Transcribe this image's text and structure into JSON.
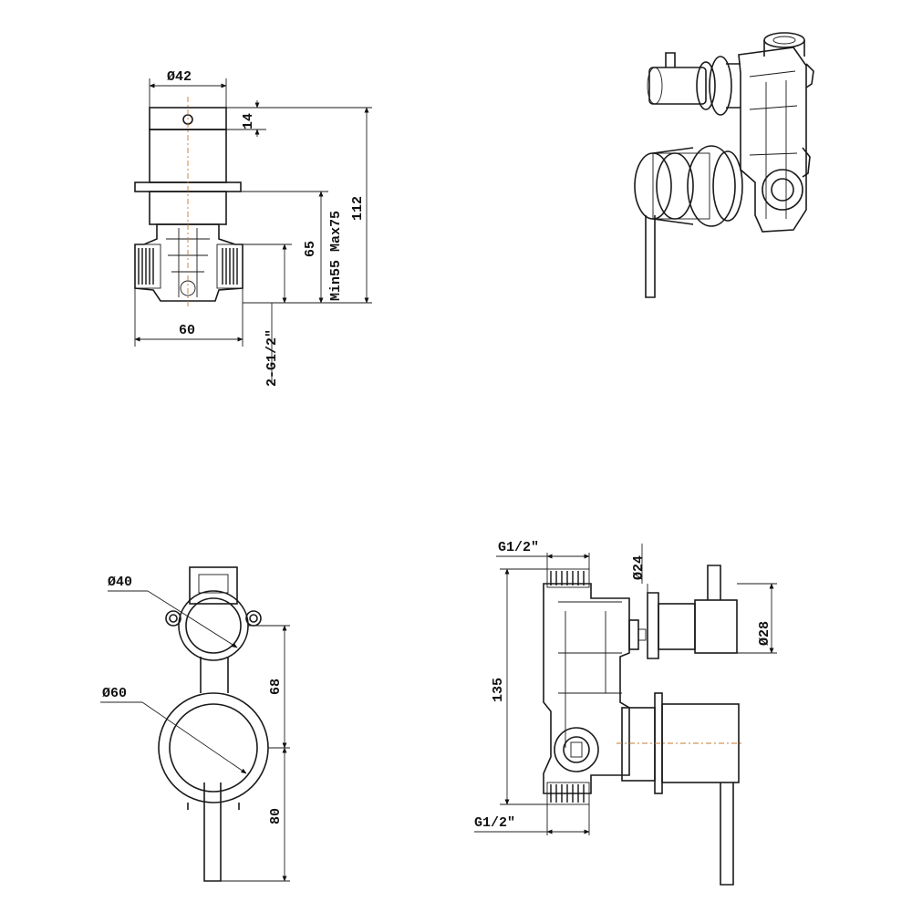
{
  "front_view": {
    "dia_top": "Ø42",
    "depth_top": "14",
    "total_height": "112",
    "range": "Min55 Max75",
    "body_height": "65",
    "width": "60",
    "ports": "2-G1/2\""
  },
  "wall_view": {
    "dia_small": "Ø40",
    "dia_large": "Ø60",
    "spacing_upper": "68",
    "spacing_lower": "80"
  },
  "side_view": {
    "thread_top": "G1/2\"",
    "thread_bottom": "G1/2\"",
    "dia_24": "Ø24",
    "dia_28": "Ø28",
    "body_height": "135"
  }
}
